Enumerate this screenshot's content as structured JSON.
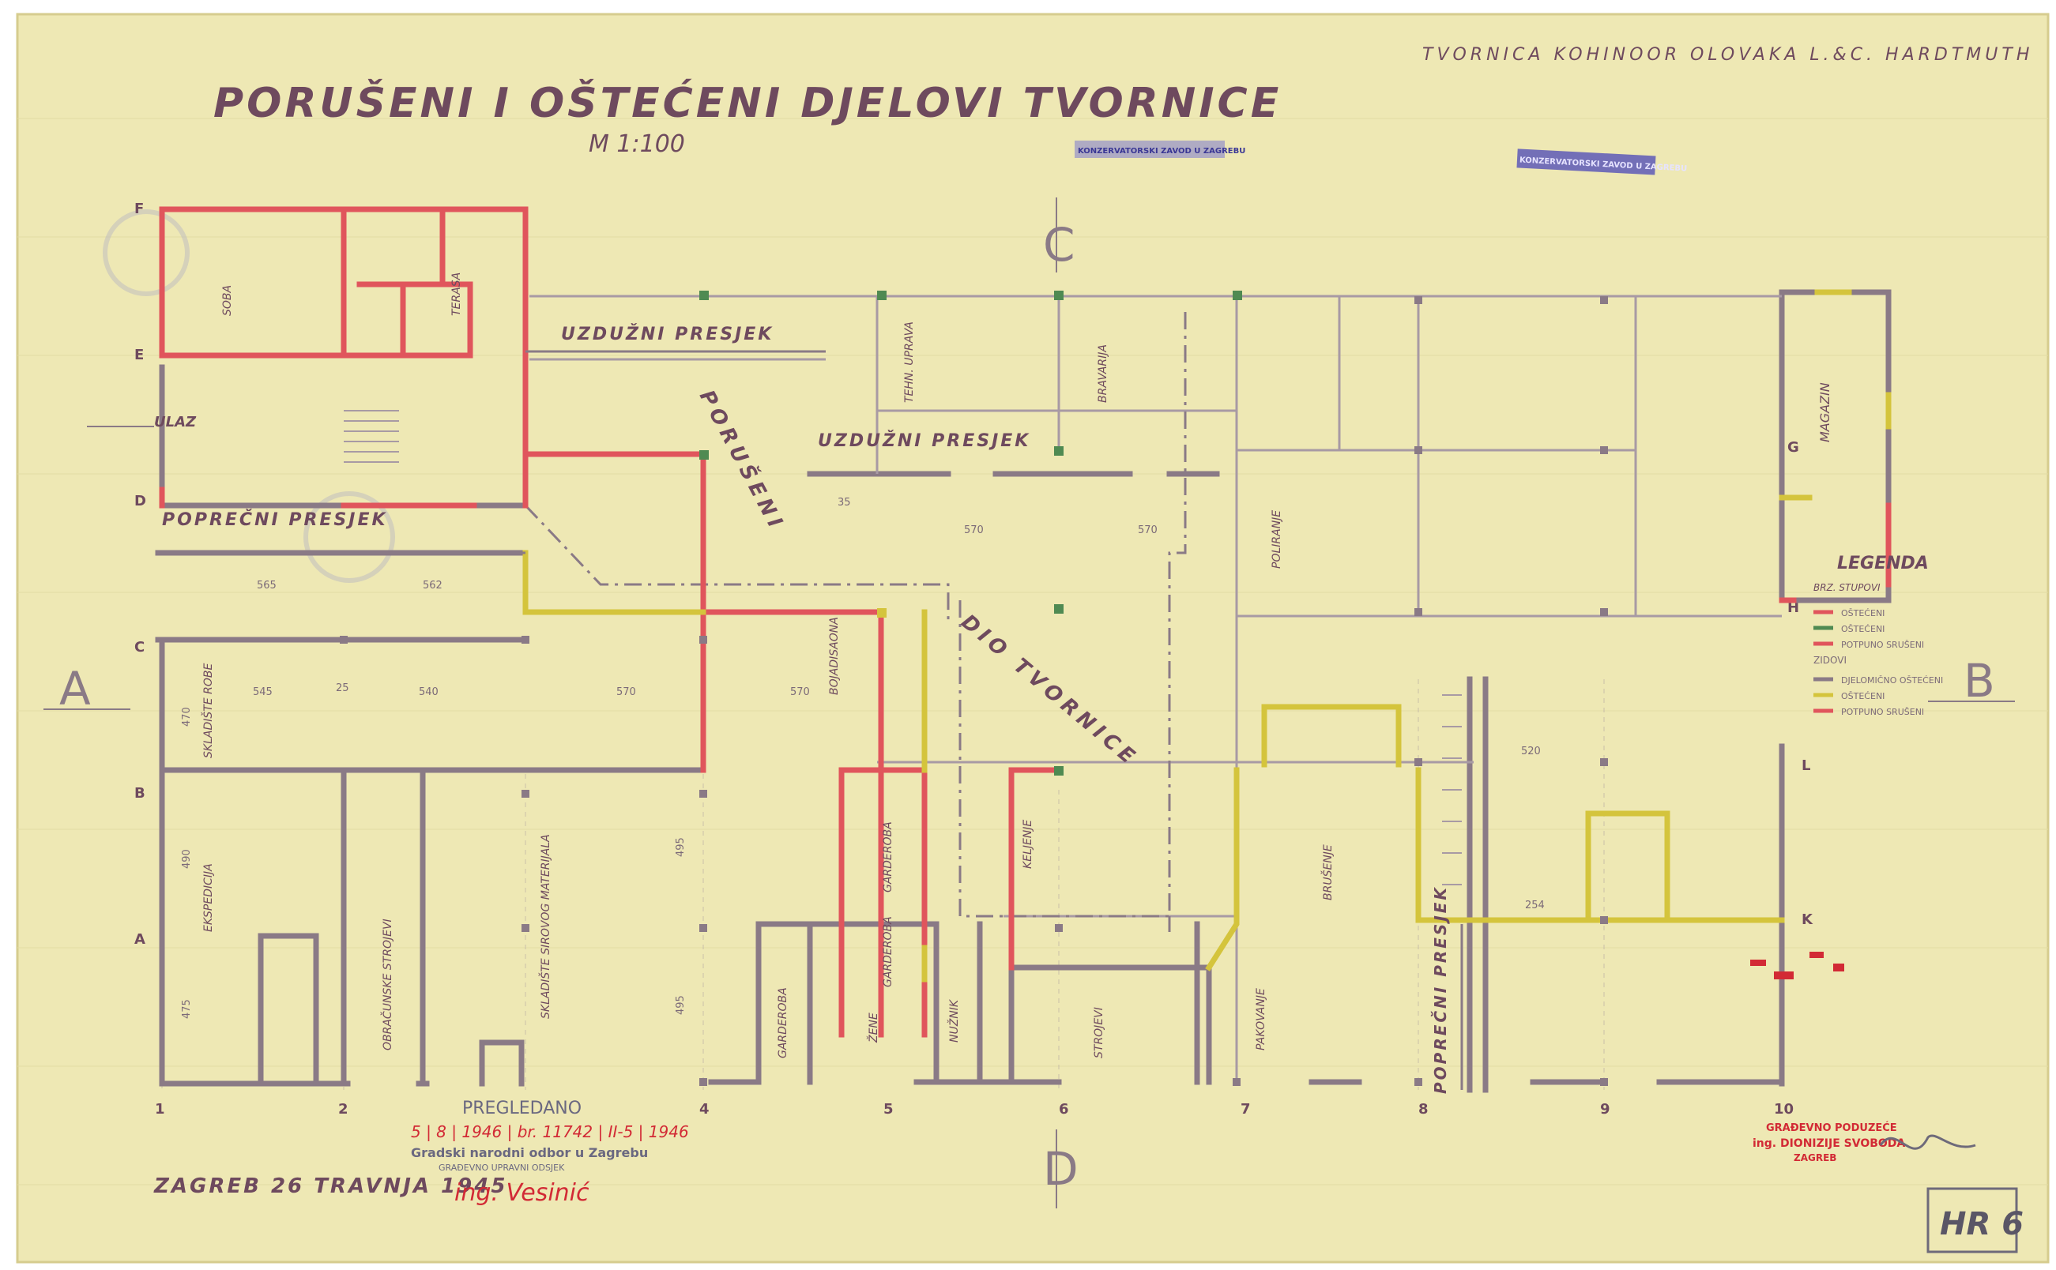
{
  "sheet": {
    "title": "PORUŠENI I OŠTEĆENI DJELOVI TVORNICE",
    "scale": "M 1:100",
    "company": "TVORNICA KOHINOOR OLOVAKA L.&C. HARDTMUTH",
    "sheet_id": "HR 6",
    "place_date": "ZAGREB 26 TRAVNJA 1945",
    "signature": "ing. Vesinić"
  },
  "stamps": {
    "purple_1": "KONZERVATORSKI ZAVOD U ZAGREBU",
    "purple_2": "KONZERVATORSKI ZAVOD U ZAGREBU",
    "pregledano_title": "PREGLEDANO",
    "pregledano_ref": "5 | 8 | 1946 | br. 11742 | II-5 | 1946",
    "pregledano_line1": "Gradski narodni odbor u Zagrebu",
    "pregledano_line2": "GRAĐEVNO UPRAVNI ODSJEK",
    "red_stamp_line1": "GRAĐEVNO PODUZEĆE",
    "red_stamp_line2": "ing. DIONIZIJE SVOBODA",
    "red_stamp_line3": "ZAGREB"
  },
  "section_markers": {
    "a": "A",
    "b": "B",
    "c": "C",
    "d": "D"
  },
  "grid": {
    "rows": [
      "F",
      "E",
      "D",
      "C",
      "B",
      "A"
    ],
    "columns": [
      "1",
      "2",
      "4",
      "5",
      "6",
      "7",
      "8",
      "9",
      "10"
    ],
    "right_rows": [
      "G",
      "H",
      "L",
      "K"
    ]
  },
  "sections": {
    "longitudinal_1": "UZDUŽNI PRESJEK",
    "longitudinal_2": "UZDUŽNI PRESJEK",
    "transverse_1": "POPREČNI PRESJEK",
    "transverse_2": "POPREČNI PRESJEK"
  },
  "labels": {
    "ulaz": "ULAZ",
    "poruseni": "PORUŠENI",
    "dio_tvornice": "DIO TVORNICE",
    "soba": "SOBA",
    "terasa": "TERASA",
    "magazin": "MAGAZIN",
    "poliranje": "POLIRANJE",
    "brusenje": "BRUŠENJE",
    "garderoba_1": "GARDEROBA",
    "garderoba_2": "GARDEROBA",
    "lijepljenje": "KELJENJE",
    "skladiste": "SKLADIŠTE SIROVOG MATERIJALA",
    "olovke": "SKLADIŠTE ROBE",
    "ekspedicija": "EKSPEDICIJA",
    "pakovanje": "PAKOVANJE",
    "strojevi": "STROJEVI",
    "bravarija": "BRAVARIJA",
    "tehn_uprava": "TEHN. UPRAVA",
    "nuznik": "NUŽNIK",
    "zene": "ŽENE",
    "garderoba_3": "GARDEROBA",
    "bojadisaona": "BOJADISAONA",
    "obrazovanje": "OBRAČUNSKE STROJEVI"
  },
  "dimensions": {
    "d565": "565",
    "d562": "562",
    "d570": "570",
    "d545": "545",
    "d540": "540",
    "d495": "495",
    "d470": "470",
    "d475": "475",
    "d490": "490",
    "d254": "254",
    "d25": "25",
    "d520": "520",
    "d35": "35"
  },
  "legend": {
    "title": "LEGENDA",
    "subtitle": "BRZ. STUPOVI",
    "items": [
      "OŠTEĆENI",
      "OŠTEĆENI",
      "POTPUNO SRUŠENI",
      "ZIDOVI",
      "DJELOMIČNO OŠTEĆENI",
      "OŠTEĆENI",
      "POTPUNO SRUŠENI"
    ]
  },
  "colors": {
    "paper": "#eee8b4",
    "line": "#8a7a86",
    "destroyed": "#e0555c",
    "damaged": "#d4c43c",
    "column": "#4f8a52",
    "annotation": "#6e4a5e",
    "stamp_purple": "#4a47b8",
    "stamp_red": "#d22a35"
  }
}
